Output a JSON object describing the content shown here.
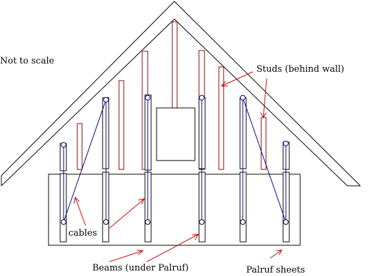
{
  "labels": {
    "not_to_scale": "Not to scale",
    "studs": "Studs (behind wall)",
    "cables": "cables",
    "beams": "Beams (under Palruf)",
    "palruf": "Palruf sheets"
  },
  "colors": {
    "line": "#000000",
    "stud": "#8b0000",
    "cable": "#00008b",
    "arrow": "#cc0000",
    "background": "#ffffff"
  }
}
